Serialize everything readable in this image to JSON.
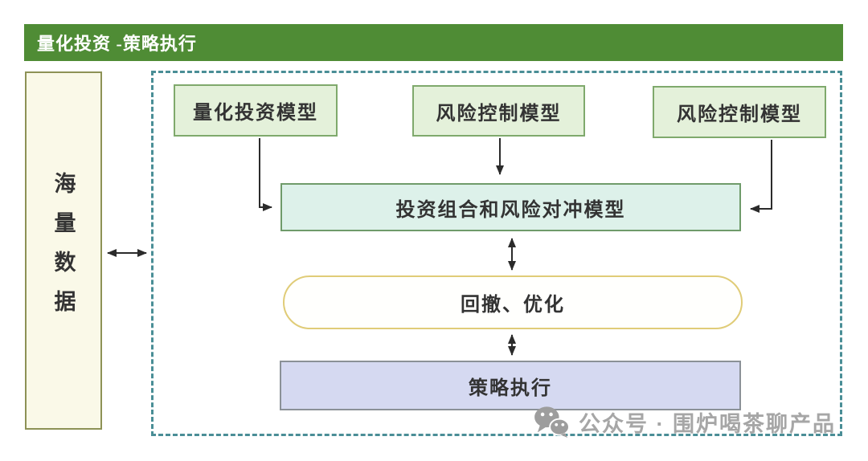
{
  "header": {
    "title": "量化投资 -策略执行",
    "bg_color": "#4f8c35",
    "text_color": "#ffffff"
  },
  "left_panel": {
    "label": "海量数据",
    "fill": "#faf9e8",
    "border_color": "#8d9256"
  },
  "flow": {
    "container_border_color": "#4a8e96",
    "container_border_style": "dashed",
    "top_nodes": [
      {
        "label": "量化投资模型",
        "fill": "#e4f1da",
        "border_color": "#7fa96c"
      },
      {
        "label": "风险控制模型",
        "fill": "#e4f1da",
        "border_color": "#7fa96c"
      },
      {
        "label": "风险控制模型",
        "fill": "#e4f1da",
        "border_color": "#7fa96c"
      }
    ],
    "portfolio_node": {
      "label": "投资组合和风险对冲模型",
      "fill": "#ddf1ea",
      "border_color": "#6f9b6a"
    },
    "optimize_node": {
      "label": "回撤、优化",
      "fill": "#fffffd",
      "border_color": "#e0cc78",
      "shape": "rounded"
    },
    "execute_node": {
      "label": "策略执行",
      "fill": "#d5d9f1",
      "border_color": "#8b9197"
    },
    "arrow_color": "#2b2b2b",
    "connections": [
      "量化投资模型 -> 投资组合和风险对冲模型",
      "风险控制模型(中) -> 投资组合和风险对冲模型",
      "风险控制模型(右) -> 投资组合和风险对冲模型",
      "投资组合和风险对冲模型 <-> 回撤、优化",
      "回撤、优化 <-> 策略执行",
      "海量数据 <-> 流程容器"
    ]
  },
  "watermark": {
    "icon": "wechat-icon",
    "text": "公众号 · 围炉喝茶聊产品",
    "color": "#a6a6a6"
  }
}
